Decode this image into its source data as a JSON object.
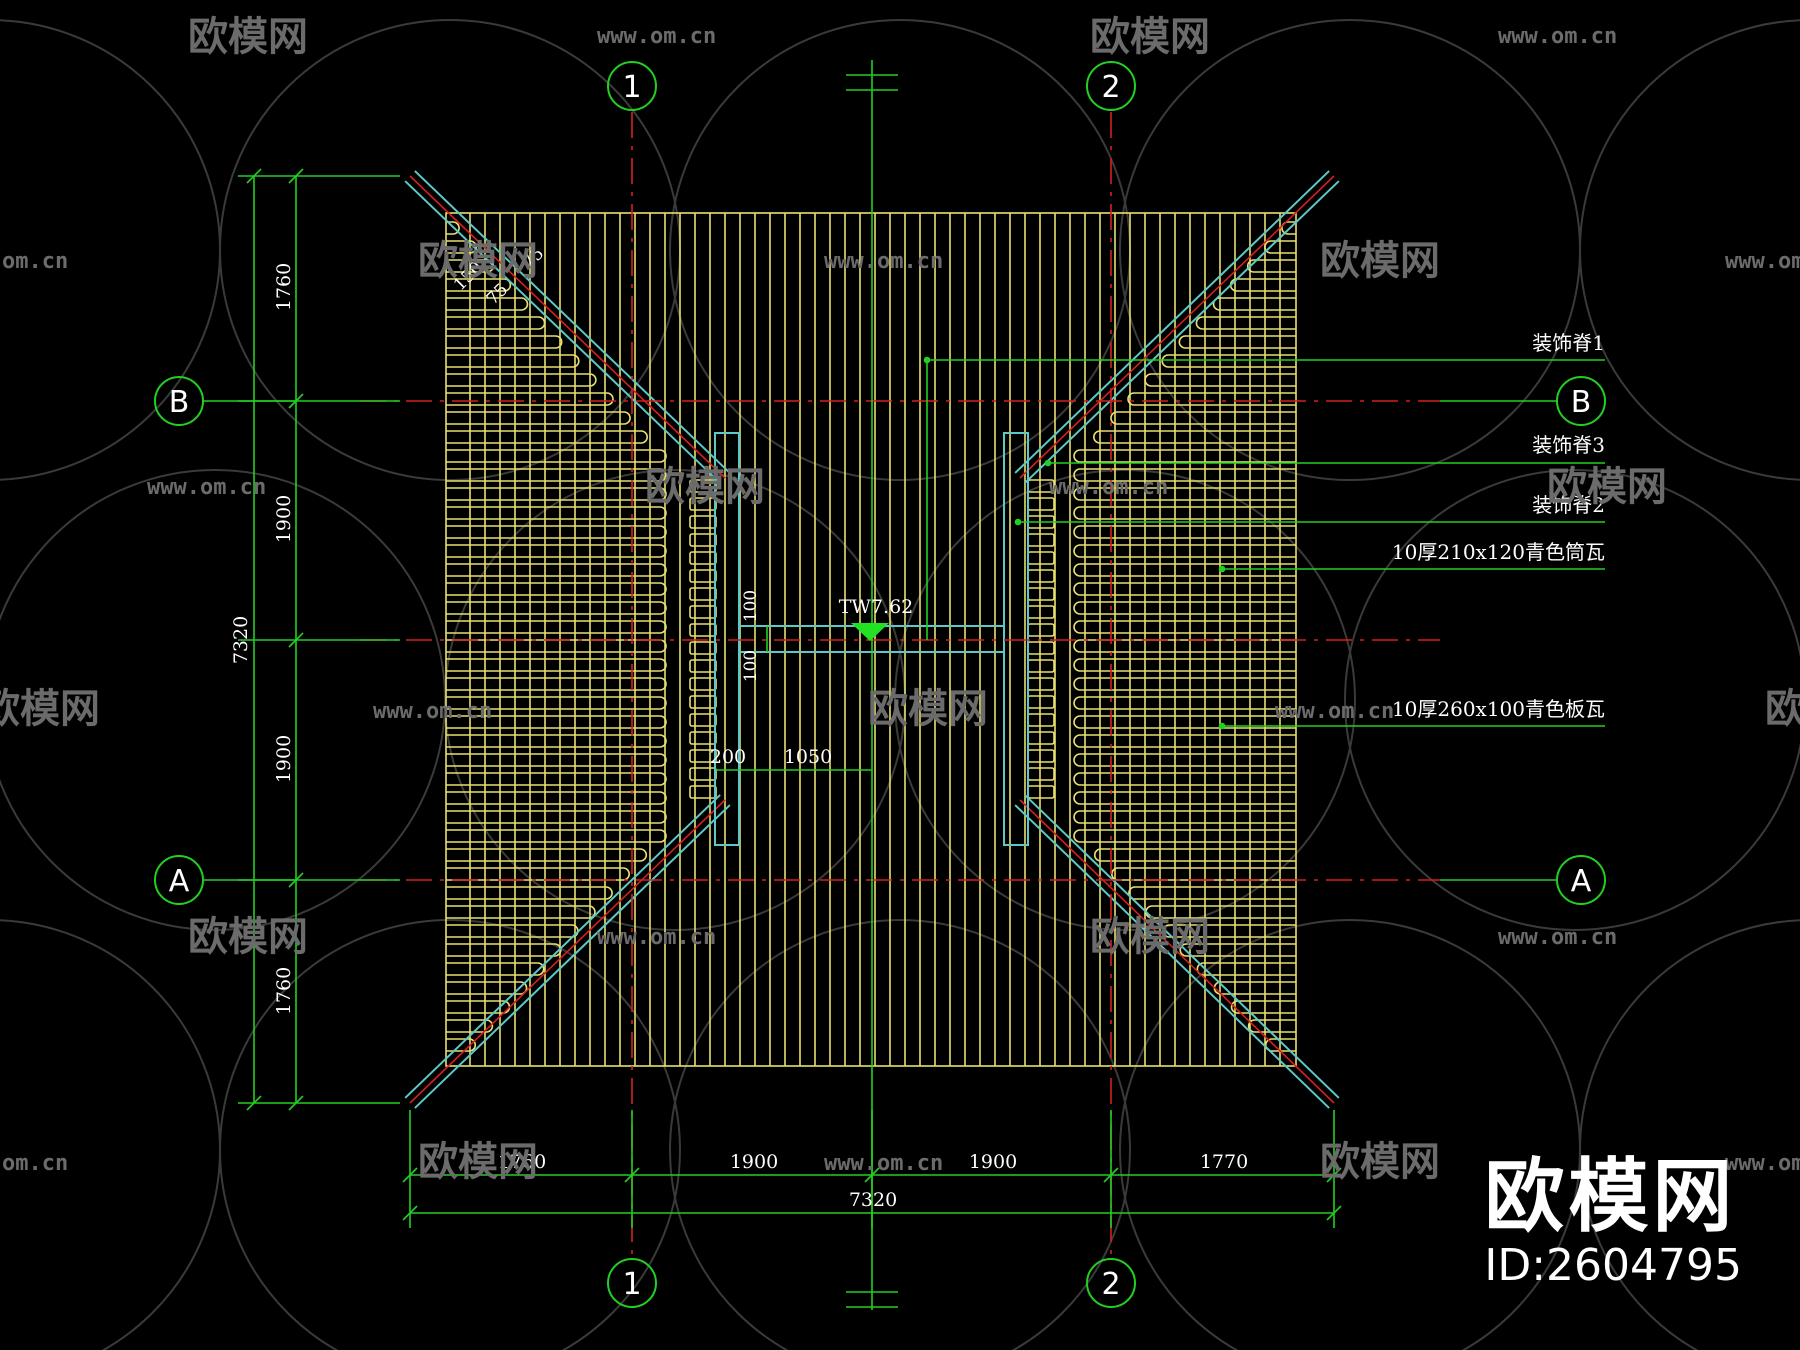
{
  "colors": {
    "background": "#000000",
    "tile": "#e8e070",
    "ridge": "#5ec8c8",
    "axis_line": "#d42020",
    "dimension": "#22d022",
    "leader": "#22d022",
    "text": "#ffffff",
    "watermark": "#6b6b6b",
    "elevation_marker": "#22e022"
  },
  "grid_axes": {
    "top": [
      "1",
      "2"
    ],
    "bottom": [
      "1",
      "2"
    ],
    "left": [
      "B",
      "A"
    ],
    "right": [
      "B",
      "A"
    ]
  },
  "dimensions": {
    "left_segments": [
      "1760",
      "1900",
      "1900",
      "1760"
    ],
    "left_total": "7320",
    "bottom_segments": [
      "1760",
      "1900",
      "1900",
      "1770"
    ],
    "bottom_total": "7320",
    "detail": [
      "150",
      "75",
      "75",
      "100",
      "100",
      "200",
      "1050"
    ]
  },
  "elevation": "TW7.62",
  "callouts": [
    "装饰脊1",
    "装饰脊3",
    "装饰脊2",
    "10厚210x120青色筒瓦",
    "10厚260x100青色板瓦"
  ],
  "watermarks": {
    "brand": "欧模网",
    "url": "www.om.cn",
    "url_cut": "om.cn"
  },
  "brand_corner": {
    "name": "欧模网",
    "id": "ID:2604795"
  }
}
